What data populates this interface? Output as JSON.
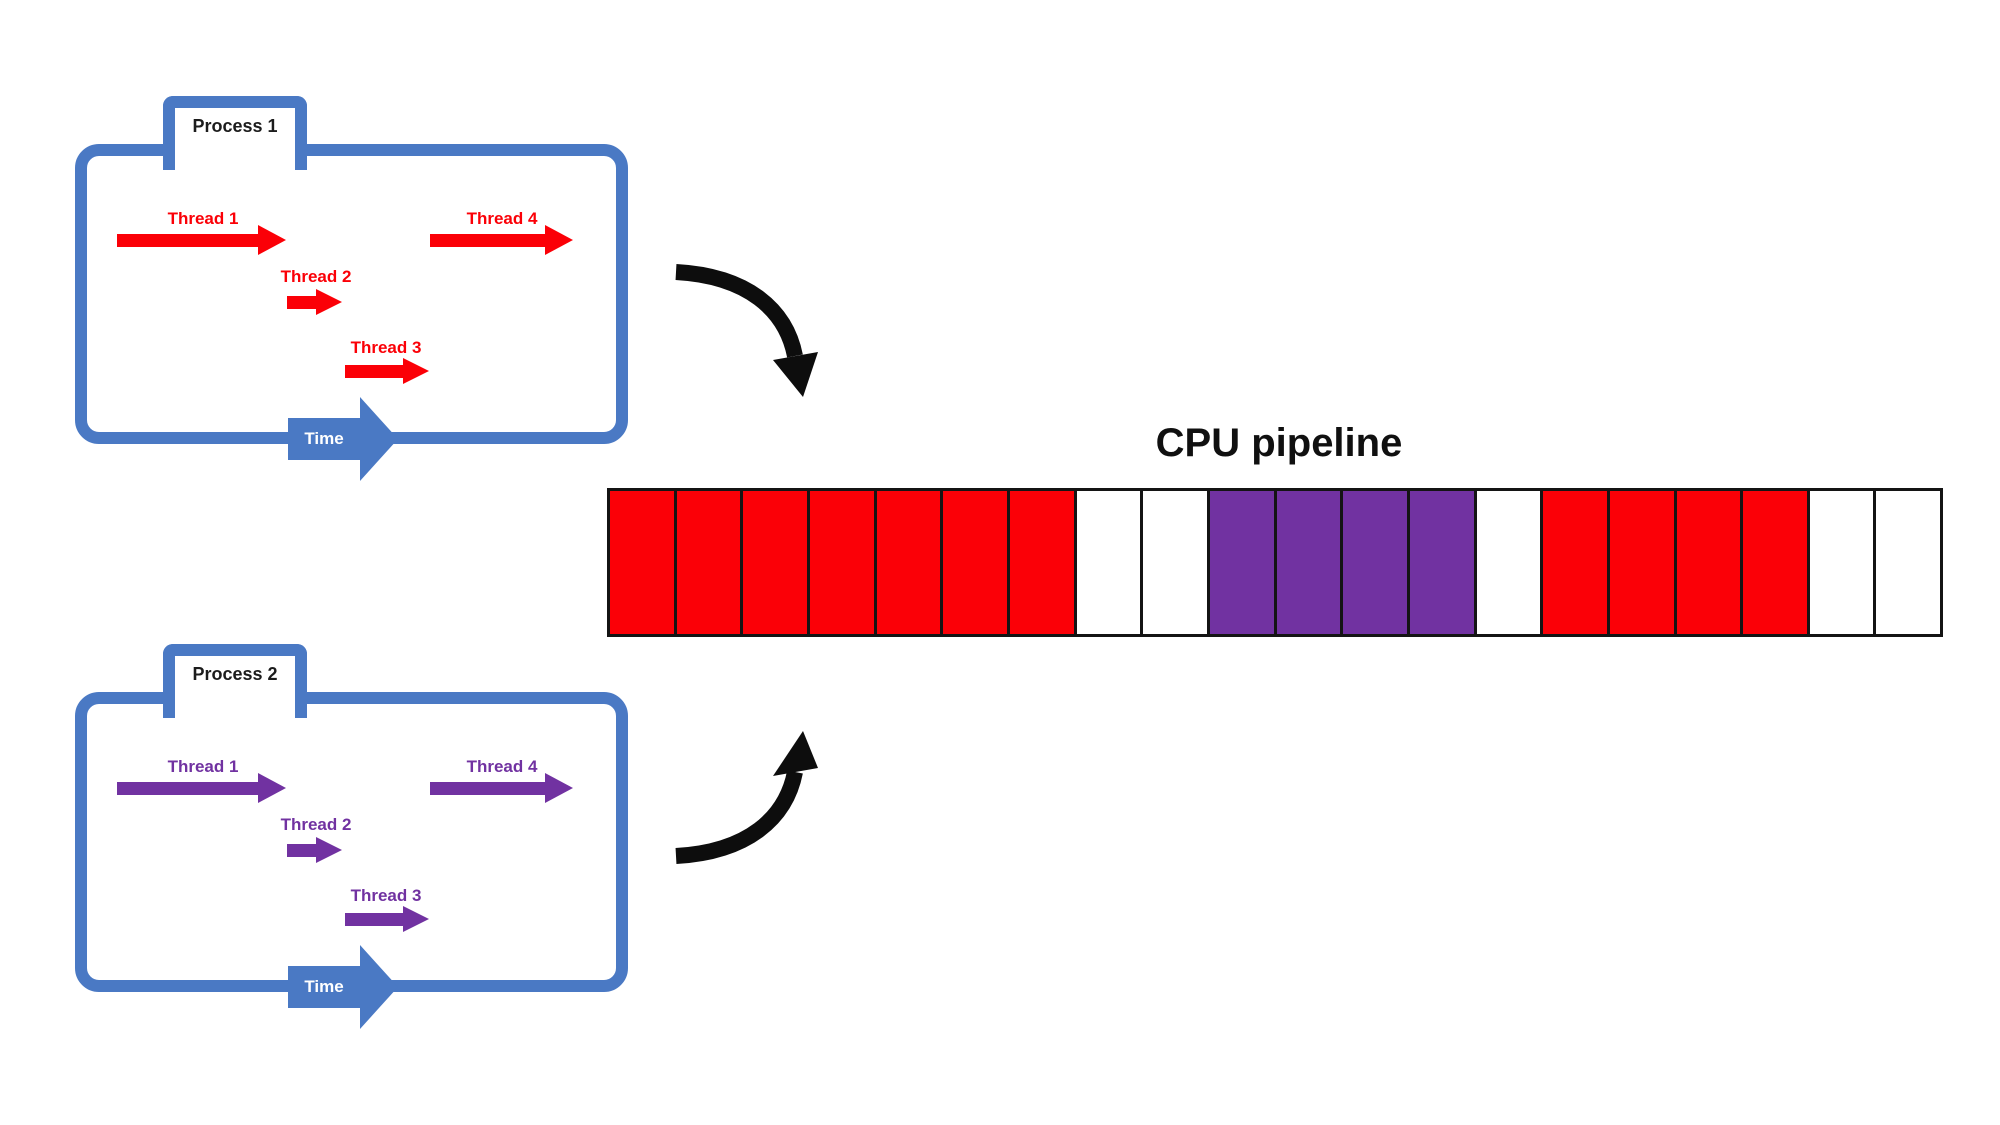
{
  "colors": {
    "blue": "#4a79c4",
    "red": "#fb0007",
    "purple": "#7132a1",
    "white": "#ffffff",
    "cell_border": "#141414",
    "connector_black": "#0d0d0d",
    "text_black": "#1c1c1c"
  },
  "pipeline": {
    "title": "CPU pipeline",
    "cells": [
      "red",
      "red",
      "red",
      "red",
      "red",
      "red",
      "red",
      "white",
      "white",
      "purple",
      "purple",
      "purple",
      "purple",
      "white",
      "red",
      "red",
      "red",
      "red",
      "white",
      "white"
    ]
  },
  "processes": [
    {
      "label": "Process 1",
      "color": "red",
      "time_label": "Time",
      "threads": [
        {
          "label": "Thread 1"
        },
        {
          "label": "Thread 2"
        },
        {
          "label": "Thread 3"
        },
        {
          "label": "Thread 4"
        }
      ]
    },
    {
      "label": "Process 2",
      "color": "purple",
      "time_label": "Time",
      "threads": [
        {
          "label": "Thread 1"
        },
        {
          "label": "Thread 2"
        },
        {
          "label": "Thread 3"
        },
        {
          "label": "Thread 4"
        }
      ]
    }
  ],
  "icons": {
    "top_connector": "curved-arrow-down-right",
    "bottom_connector": "curved-arrow-up-right",
    "thread_arrow": "right-arrow",
    "time_arrow": "right-arrow"
  }
}
